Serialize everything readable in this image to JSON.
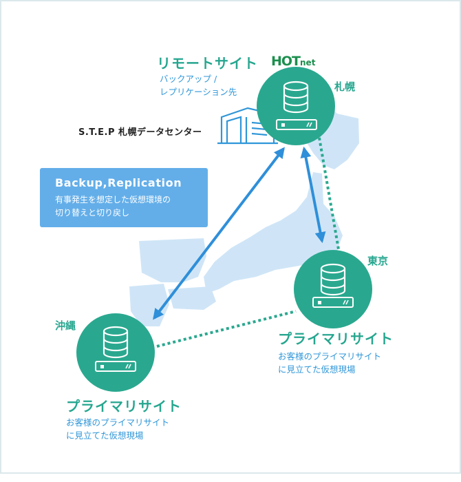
{
  "remote": {
    "title": "リモートサイト",
    "subtitle_line1": "バックアップ /",
    "subtitle_line2": "レプリケーション先",
    "logo_main": "HOT",
    "logo_sub": "net",
    "city": "札幌",
    "datacenter": "S.T.E.P 札幌データセンター"
  },
  "info_box": {
    "heading": "Backup,Replication",
    "desc_line1": "有事発生を想定した仮想環境の",
    "desc_line2": "切り替えと切り戻し"
  },
  "tokyo": {
    "city": "東京",
    "title": "プライマリサイト",
    "desc_line1": "お客様のプライマリサイト",
    "desc_line2": "に見立てた仮想現場"
  },
  "okinawa": {
    "city": "沖縄",
    "title": "プライマリサイト",
    "desc_line1": "お客様のプライマリサイト",
    "desc_line2": "に見立てた仮想現場"
  },
  "colors": {
    "teal": "#2aa88f",
    "arrow_blue": "#2f8fd9",
    "map_blue": "#cfe5f7",
    "box_blue": "#63aee9"
  },
  "icons": [
    "database-icon",
    "server-icon",
    "datacenter-building-icon",
    "bidirectional-arrow-icon"
  ]
}
